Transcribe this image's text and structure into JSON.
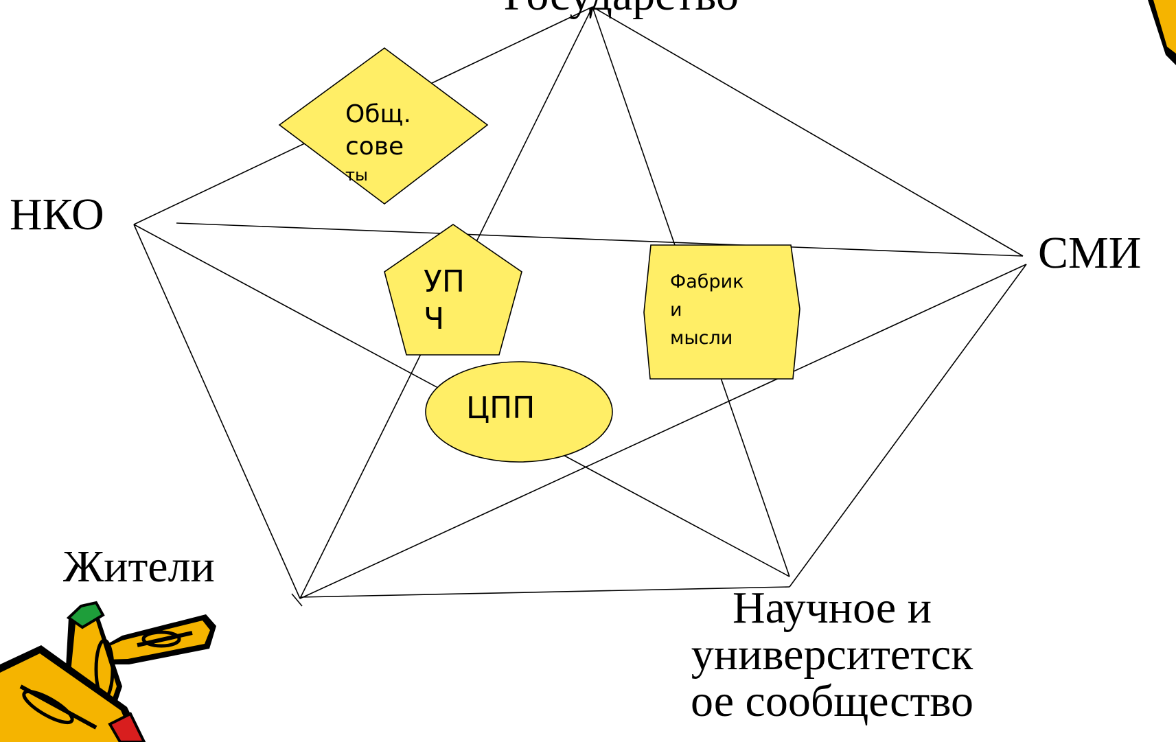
{
  "diagram": {
    "nodes": {
      "top": "Государство",
      "nko": "НКО",
      "smi": "СМИ",
      "residents": "Жители",
      "science": [
        "Научное и",
        "университетск",
        "ое сообщество"
      ]
    },
    "shapes": {
      "councils": [
        "Общ.",
        "сове",
        "ты"
      ],
      "upch": [
        "УП",
        "Ч"
      ],
      "factories": [
        "Фабрик",
        "и",
        "мысли"
      ],
      "cpp": "ЦПП"
    },
    "clipart": {
      "icon": "pencils-icon"
    },
    "colors": {
      "shape_fill": "#FFEE66",
      "line": "#000000",
      "pencil_body": "#F5B400",
      "pencil_eraser_green": "#1E9E3A",
      "pencil_eraser_red": "#D81E1E"
    }
  }
}
